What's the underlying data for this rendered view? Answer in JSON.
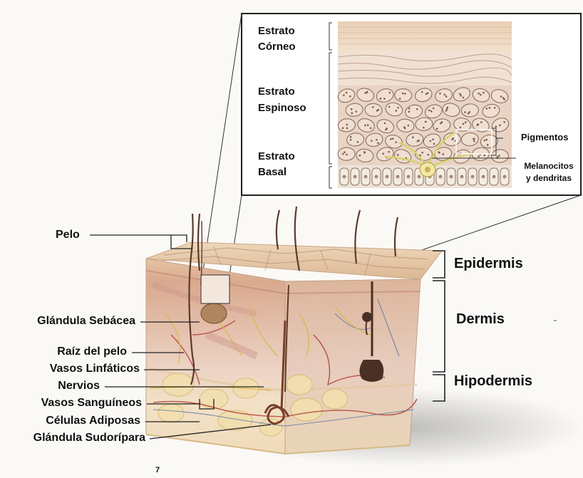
{
  "inset": {
    "labels": {
      "estrato_corneo_1": "Estrato",
      "estrato_corneo_2": "Córneo",
      "estrato_espinoso_1": "Estrato",
      "estrato_espinoso_2": "Espinoso",
      "estrato_basal_1": "Estrato",
      "estrato_basal_2": "Basal",
      "pigmentos": "Pigmentos",
      "melanocitos_1": "Melanocitos",
      "melanocitos_2": "y dendritas"
    }
  },
  "left_labels": {
    "pelo": "Pelo",
    "glandula_sebacea": "Glándula Sebácea",
    "raiz_pelo": "Raíz del pelo",
    "vasos_linfaticos": "Vasos Linfáticos",
    "nervios": "Nervios",
    "vasos_sanguineos": "Vasos Sanguíneos",
    "celulas_adiposas": "Células Adiposas",
    "glandula_sudoripara": "Glándula Sudorípara"
  },
  "right_labels": {
    "epidermis": "Epidermis",
    "dermis": "Dermis",
    "hipodermis": "Hipodermis"
  },
  "footnote": "7",
  "colors": {
    "skin_top": "#e8c9a6",
    "skin_dermis": "#edd2c0",
    "skin_hypodermis": "#f3e2c4",
    "vessel_red": "#b64a3e",
    "nerve_yellow": "#d9b84a",
    "hair": "#5a3b2a"
  }
}
